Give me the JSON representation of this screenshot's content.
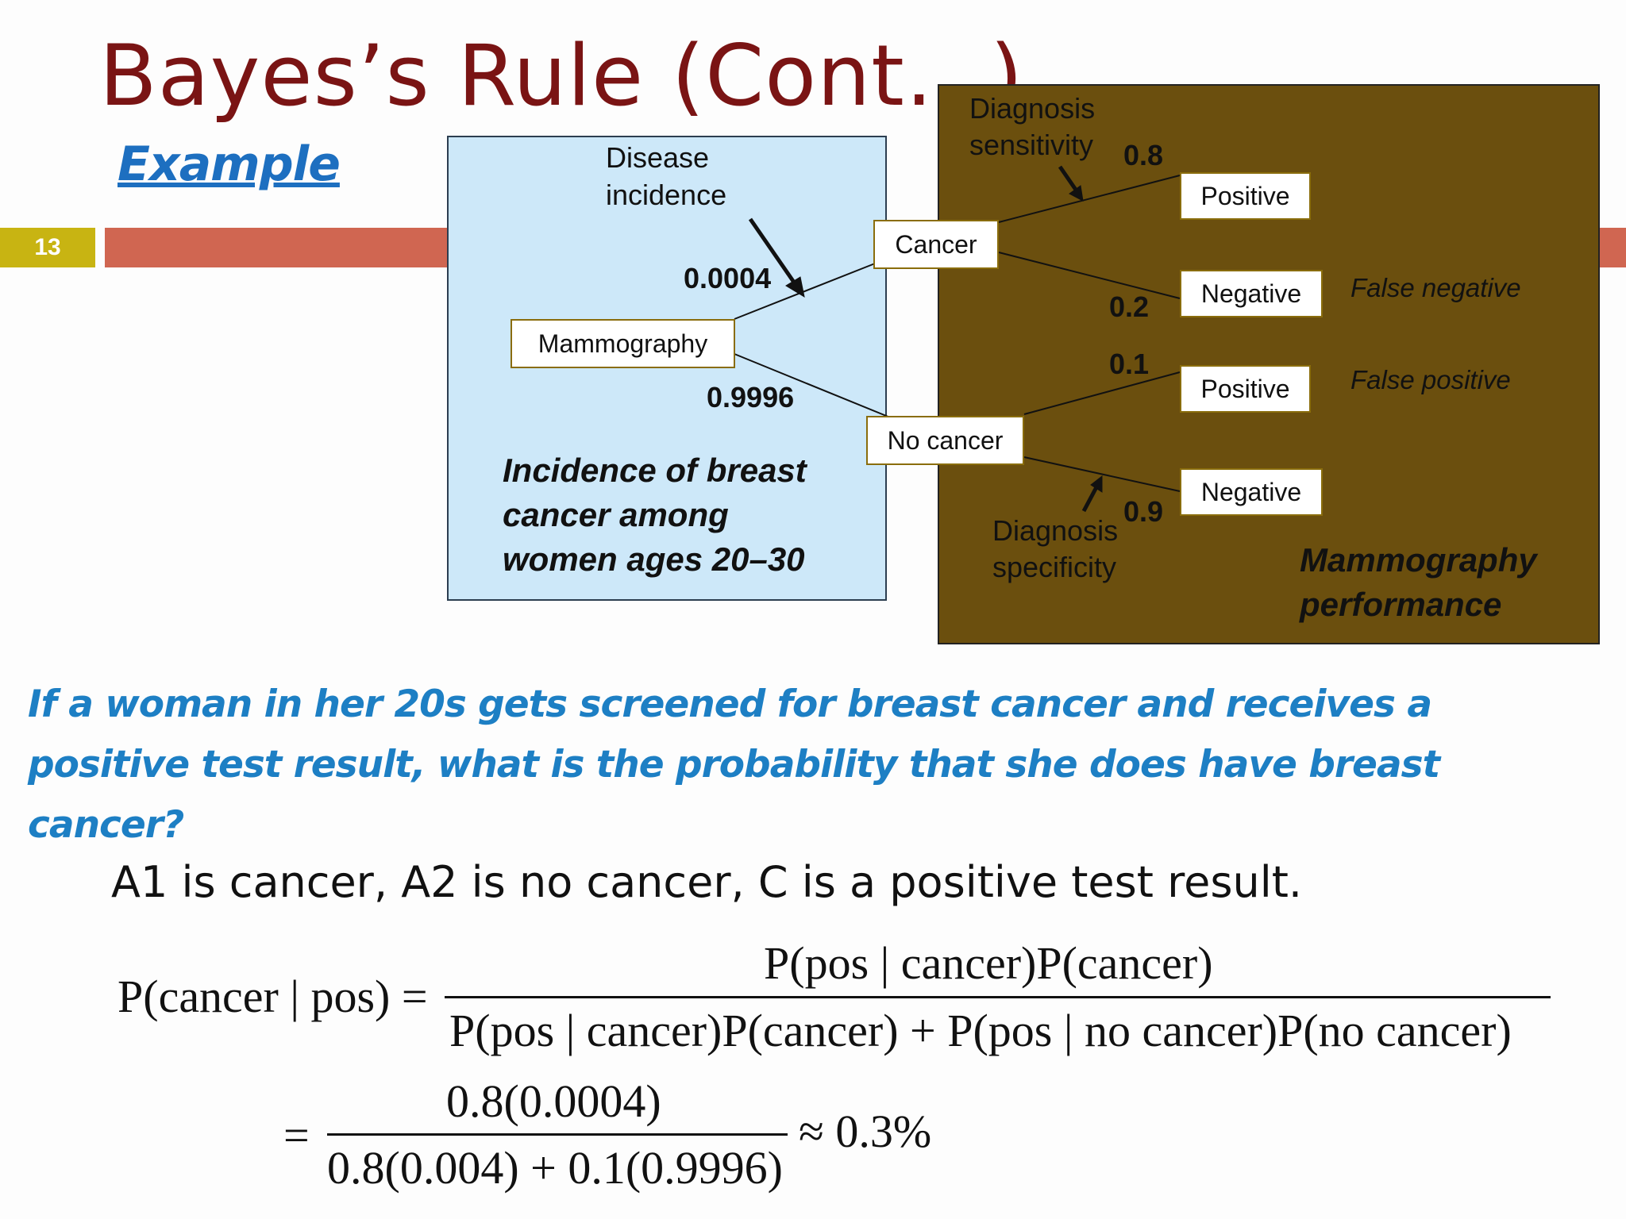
{
  "slide": {
    "title": "Bayes’s Rule (Cont…)",
    "example_label": "Example",
    "number": "13"
  },
  "colors": {
    "title": "#7a1414",
    "example": "#1d6fc0",
    "slide_number_bg": "#c8b412",
    "bar": "#d06651",
    "blue_box": "#cde8f9",
    "brown_box": "#6b4f0e",
    "question": "#1d7fc4"
  },
  "diagram": {
    "disease_incidence": [
      "Disease",
      "incidence"
    ],
    "root_node": "Mammography",
    "p_cancer": "0.0004",
    "p_no_cancer": "0.9996",
    "cancer_node": "Cancer",
    "no_cancer_node": "No cancer",
    "incidence_caption": [
      "Incidence of breast",
      "cancer among",
      "women ages 20–30"
    ],
    "sensitivity_label": [
      "Diagnosis",
      "sensitivity"
    ],
    "specificity_label": [
      "Diagnosis",
      "specificity"
    ],
    "p_pos_given_cancer": "0.8",
    "p_neg_given_cancer": "0.2",
    "p_pos_given_no_cancer": "0.1",
    "p_neg_given_no_cancer": "0.9",
    "positive": "Positive",
    "negative": "Negative",
    "false_negative": "False negative",
    "false_positive": "False positive",
    "performance_caption": [
      "Mammography",
      "performance"
    ]
  },
  "question": "If a woman in her 20s gets screened for breast cancer and receives a positive test result, what is the probability that she does have breast cancer?",
  "definition": "A1  is cancer, A2 is no cancer, C is a positive test result.",
  "formula": {
    "lhs": "P(cancer | pos) =",
    "numerator": "P(pos | cancer)P(cancer)",
    "denominator": "P(pos | cancer)P(cancer) + P(pos | no cancer)P(no cancer)",
    "eq2": "=",
    "numerator2": "0.8(0.0004)",
    "denominator2": "0.8(0.004) + 0.1(0.9996)",
    "result": "≈ 0.3%"
  }
}
